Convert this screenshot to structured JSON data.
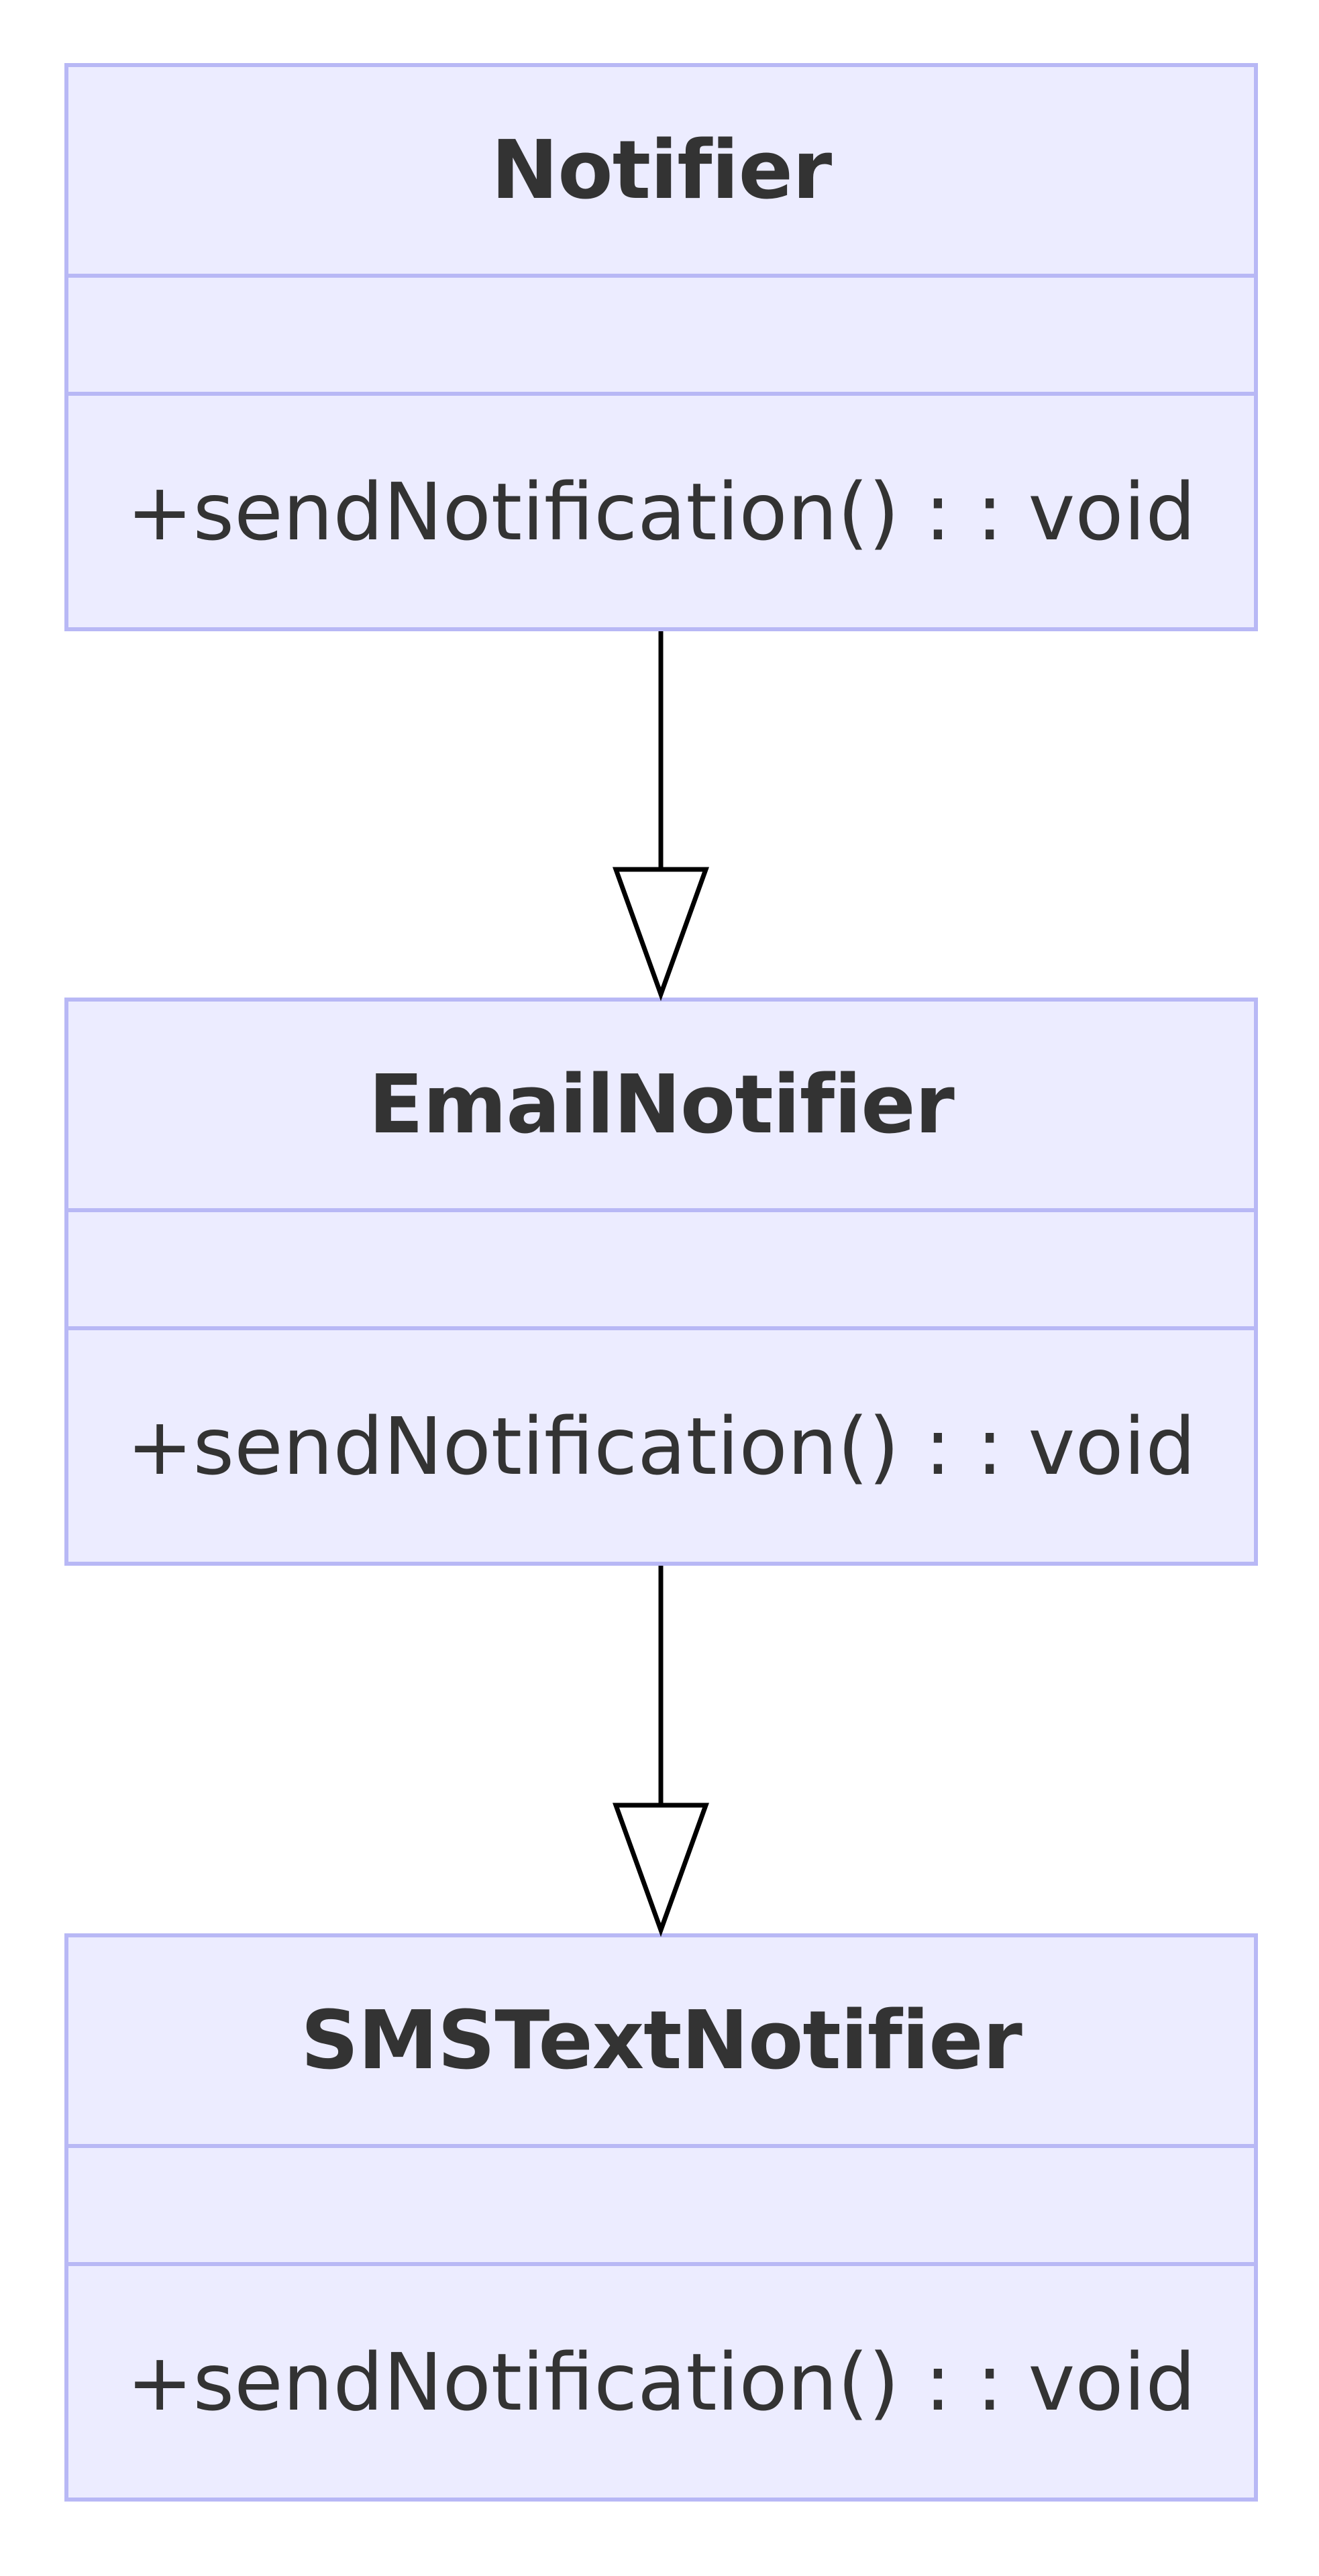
{
  "diagram": {
    "type": "uml-class-diagram",
    "classes": [
      {
        "name": "Notifier",
        "attributes": [],
        "methods": [
          "+sendNotification() : : void"
        ]
      },
      {
        "name": "EmailNotifier",
        "attributes": [],
        "methods": [
          "+sendNotification() : : void"
        ]
      },
      {
        "name": "SMSTextNotifier",
        "attributes": [],
        "methods": [
          "+sendNotification() : : void"
        ]
      }
    ],
    "relations": [
      {
        "from": "Notifier",
        "to": "EmailNotifier",
        "kind": "inheritance-arrow"
      },
      {
        "from": "EmailNotifier",
        "to": "SMSTextNotifier",
        "kind": "inheritance-arrow"
      }
    ],
    "colors": {
      "class_fill": "#ececff",
      "class_border": "#b8b8f5",
      "text": "#333333",
      "edge": "#000000"
    }
  }
}
